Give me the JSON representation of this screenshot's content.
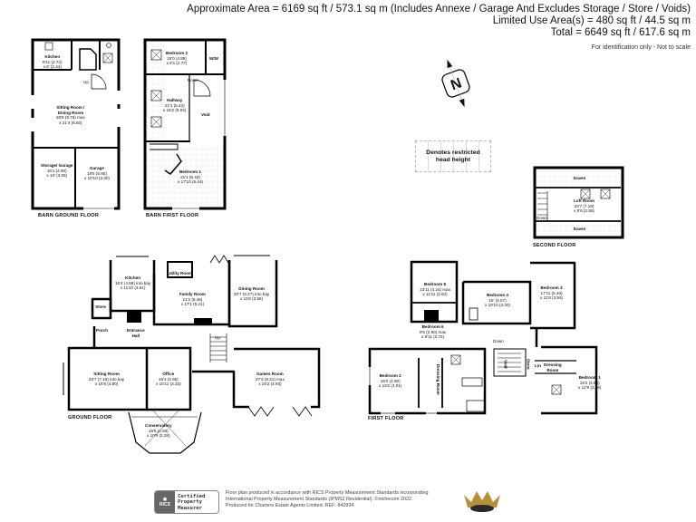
{
  "header": {
    "line1": "Approximate Area = 6169 sq ft / 573.1 sq m (Includes Annexe / Garage And Excludes Storage / Store / Voids)",
    "line2": "Limited Use Area(s) = 480 sq ft / 44.5 sq m",
    "line3": "Total = 6649 sq ft / 617.6 sq m",
    "note": "For identification only - Not to scale"
  },
  "compass": {
    "label": "N",
    "icon": "north-arrow-icon"
  },
  "legend": {
    "text_line1": "Denotes restricted",
    "text_line2": "head height"
  },
  "floors": {
    "barn_ground": {
      "title": "BARN GROUND FLOOR",
      "rooms": [
        {
          "name": "Kitchen",
          "dim1": "8'11 (2.72)",
          "dim2": "x 8' (2.44)"
        },
        {
          "name": "Sitting Room / Dining Room",
          "dim1": "28'8 (8.76) max",
          "dim2": "x 21'4 (6.50)"
        },
        {
          "name": "Storage/ Garage",
          "dim1": "16'1 (4.90)",
          "dim2": "x 10' (3.05)"
        },
        {
          "name": "Garage",
          "dim1": "19'5 (5.90)",
          "dim2": "x 10'10 (3.30)"
        }
      ],
      "stair_label": "Up"
    },
    "barn_first": {
      "title": "BARN  FIRST FLOOR",
      "rooms": [
        {
          "name": "Bedroom 2",
          "dim1": "16'0 (4.88)",
          "dim2": "x 9'1 (2.77)"
        },
        {
          "name": "W/W",
          "dim1": "",
          "dim2": ""
        },
        {
          "name": "Hallway",
          "dim1": "21'1 (6.43)",
          "dim2": "x 16'2 (5.04)"
        },
        {
          "name": "Void",
          "dim1": "",
          "dim2": ""
        },
        {
          "name": "Bedroom 1",
          "dim1": "21'1 (6.43)",
          "dim2": "x 17'10 (5.44)"
        }
      ],
      "stair_label": "Down"
    },
    "second": {
      "title": "SECOND FLOOR",
      "rooms": [
        {
          "name": "Eaves",
          "dim1": "",
          "dim2": ""
        },
        {
          "name": "Loft Room",
          "dim1": "23'7 (7.19)",
          "dim2": "x 9'8 (2.95)"
        },
        {
          "name": "Eaves",
          "dim1": "",
          "dim2": ""
        }
      ],
      "stair_label": "Down"
    },
    "ground": {
      "title": "GROUND FLOOR",
      "rooms": [
        {
          "name": "Kitchen",
          "dim1": "16'4 (4.98) into bay",
          "dim2": "x 11'10 (3.61)"
        },
        {
          "name": "Utility Room",
          "dim1": "",
          "dim2": ""
        },
        {
          "name": "Family Room",
          "dim1": "21'2 (6.45)",
          "dim2": "x 17'1 (5.21)"
        },
        {
          "name": "Dining Room",
          "dim1": "20'7 (6.27) into bay",
          "dim2": "x 11'8 (3.56)"
        },
        {
          "name": "Store",
          "dim1": "",
          "dim2": ""
        },
        {
          "name": "Porch",
          "dim1": "",
          "dim2": ""
        },
        {
          "name": "Entrance Hall",
          "dim1": "",
          "dim2": ""
        },
        {
          "name": "Sitting Room",
          "dim1": "23'7 (7.19) into bay",
          "dim2": "x 16'5 (4.80)"
        },
        {
          "name": "Office",
          "dim1": "16'3 (4.95)",
          "dim2": "x 10'11 (3.33)"
        },
        {
          "name": "Games Room",
          "dim1": "27'3 (8.31) max",
          "dim2": "x 16'2 (4.93)"
        },
        {
          "name": "Conservatory",
          "dim1": "16'5 (4.93)",
          "dim2": "x 10'9 (3.28)"
        }
      ],
      "stair_label": "Up"
    },
    "first": {
      "title": "FIRST FLOOR",
      "rooms": [
        {
          "name": "Bedroom 5",
          "dim1": "13'11 (4.24) max",
          "dim2": "x 11'11 (3.63)"
        },
        {
          "name": "Bedroom 4",
          "dim1": "15' (4.57)",
          "dim2": "x 10'10 (3.30)"
        },
        {
          "name": "Bedroom 3",
          "dim1": "17'11 (5.46)",
          "dim2": "x 11'8 (3.56)"
        },
        {
          "name": "Bedroom 6",
          "dim1": "9'6 (2.90) max",
          "dim2": "x 8'11 (2.72)"
        },
        {
          "name": "Bedroom 2",
          "dim1": "16'0 (4.90)",
          "dim2": "x 13'2 (4.01)"
        },
        {
          "name": "Dressing Room",
          "dim1": "",
          "dim2": ""
        },
        {
          "name": "Dressing Room",
          "dim1": "",
          "dim2": ""
        },
        {
          "name": "Bedroom 1",
          "dim1": "16'2 (4.93)",
          "dim2": "x 12'9 (3.89)"
        },
        {
          "name": "Void",
          "dim1": "",
          "dim2": ""
        },
        {
          "name": "Store",
          "dim1": "",
          "dim2": ""
        },
        {
          "name": "Lin",
          "dim1": "",
          "dim2": ""
        }
      ],
      "stair_label": "Down"
    }
  },
  "footer": {
    "badge_line1": "Certified",
    "badge_line2": "Property",
    "badge_line3": "Measurer",
    "badge_logo": "RICS",
    "text_line1": "Floor plan produced in accordance with RICS Property Measurement Standards incorporating",
    "text_line2": "International Property Measurement Standards (IPMS2 Residential).   ©nichecom 2022.",
    "text_line3": "Produced for Charters Estate Agents Limited.    REF:  842934",
    "crown_colors": {
      "gold": "#b8903a",
      "dark": "#2a2a2a"
    }
  }
}
